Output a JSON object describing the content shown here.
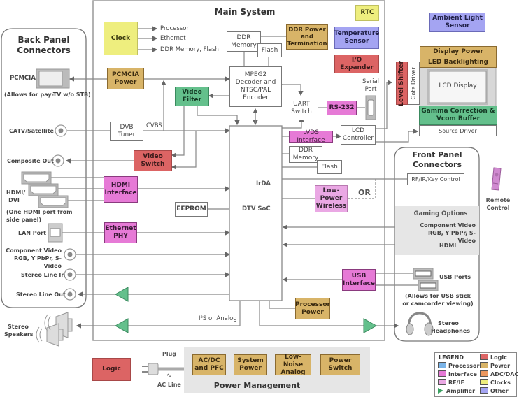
{
  "sections": {
    "main_system": "Main System",
    "back_panel": "Back Panel Connectors",
    "front_panel": "Front Panel Connectors",
    "power_management": "Power Management",
    "gaming_options": "Gaming Options"
  },
  "blocks": {
    "clock": "Clock",
    "clock_outputs": [
      "Processor",
      "Ethernet",
      "DDR Memory, Flash"
    ],
    "pcmcia_power": "PCMCIA Power",
    "ddr_memory_top": "DDR Memory",
    "flash_top": "Flash",
    "ddr_power": "DDR Power and Termination",
    "rtc": "RTC",
    "temperature_sensor": "Temperature Sensor",
    "io_expander": "I/O Expander",
    "mpeg2": "MPEG2 Decoder and NTSC/PAL Encoder",
    "video_filter": "Video Filter",
    "uart_switch": "UART Switch",
    "rs232": "RS-232",
    "serial_port": "Serial Port",
    "dvb_tuner": "DVB Tuner",
    "cvbs": "CVBS",
    "video_switch": "Video Switch",
    "lvds_interface": "LVDS Interface",
    "lcd_controller": "LCD Controller",
    "ddr_memory_bottom": "DDR Memory",
    "flash_bottom": "Flash",
    "hdmi_interface": "HDMI Interface",
    "irda": "IrDA",
    "dtv_soc": "DTV SoC",
    "eeprom": "EEPROM",
    "low_power_wireless": "Low-Power Wireless",
    "or_label": "OR",
    "ethernet_phy": "Ethernet PHY",
    "usb_interface": "USB Interface",
    "processor_power": "Processor Power",
    "i2s_label": "I²S or Analog",
    "logic": "Logic"
  },
  "display": {
    "ambient_light_sensor": "Ambient Light Sensor",
    "display_power": "Display Power",
    "led_backlighting": "LED Backlighting",
    "level_shifter": "Level Shifter",
    "gate_driver": "Gate Driver",
    "lcd_display": "LCD Display",
    "gamma_correction": "Gamma Correction & Vcom Buffer",
    "source_driver": "Source Driver"
  },
  "back_panel": {
    "pcmcia": "PCMCIA",
    "pcmcia_note": "(Allows for pay-TV w/o STB)",
    "catv": "CATV/Satellite",
    "composite_out": "Composite Out",
    "hdmi_dvi": "HDMI/ DVI",
    "hdmi_note": "(One HDMI port from side panel)",
    "lan_port": "LAN Port",
    "component_video": "Component Video RGB, Y'PbPr, S-Video",
    "stereo_line_in": "Stereo Line In",
    "stereo_line_out": "Stereo Line Out",
    "stereo_speakers": "Stereo Speakers"
  },
  "front_panel": {
    "rf_ir_key": "RF/IR/Key Control",
    "remote_control": "Remote Control",
    "component_video": "Component Video RGB, Y'PbPr, S-Video",
    "hdmi": "HDMI",
    "usb_ports": "USB Ports",
    "usb_note": "(Allows for USB stick or camcorder viewing)",
    "stereo_headphones": "Stereo Headphones"
  },
  "power": {
    "plug": "Plug",
    "ac_symbol": "∿",
    "ac_line": "AC Line",
    "blocks": [
      "AC/DC and PFC",
      "System Power",
      "Low-Noise Analog",
      "Power Switch"
    ]
  },
  "legend": {
    "title": "LEGEND",
    "items": [
      {
        "label": "Processor",
        "color": "#7ab4e8"
      },
      {
        "label": "Interface",
        "color": "#e67ad6"
      },
      {
        "label": "RF/IF",
        "color": "#eaa8e4"
      },
      {
        "label": "Amplifier",
        "color": "#3aa060"
      },
      {
        "label": "Logic",
        "color": "#dc6464"
      },
      {
        "label": "Power",
        "color": "#d8b468"
      },
      {
        "label": "ADC/DAC",
        "color": "#ec9860"
      },
      {
        "label": "Clocks",
        "color": "#eeee7e"
      },
      {
        "label": "Other",
        "color": "#a4a4f2"
      }
    ]
  }
}
